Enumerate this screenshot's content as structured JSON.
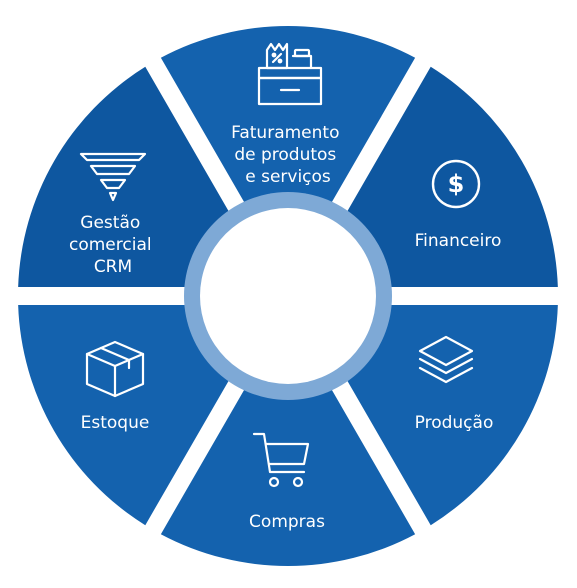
{
  "colors": {
    "segment_blue": "#1462AE",
    "segment_dark_blue": "#0E57A0",
    "ring_light_blue": "#7EA9D6",
    "center_white": "#FFFFFF",
    "icon_color": "#FFFFFF"
  },
  "segments": [
    {
      "id": "faturamento",
      "icon": "cash-register-icon",
      "lines": [
        "Faturamento",
        "de produtos",
        "e serviços"
      ]
    },
    {
      "id": "financeiro",
      "icon": "dollar-coin-icon",
      "lines": [
        "Financeiro"
      ]
    },
    {
      "id": "producao",
      "icon": "layers-stack-icon",
      "lines": [
        "Produção"
      ]
    },
    {
      "id": "compras",
      "icon": "shopping-cart-icon",
      "lines": [
        "Compras"
      ]
    },
    {
      "id": "estoque",
      "icon": "box-icon",
      "lines": [
        "Estoque"
      ]
    },
    {
      "id": "gestao",
      "icon": "funnel-icon",
      "lines": [
        "Gestão",
        "comercial",
        "CRM"
      ]
    }
  ]
}
